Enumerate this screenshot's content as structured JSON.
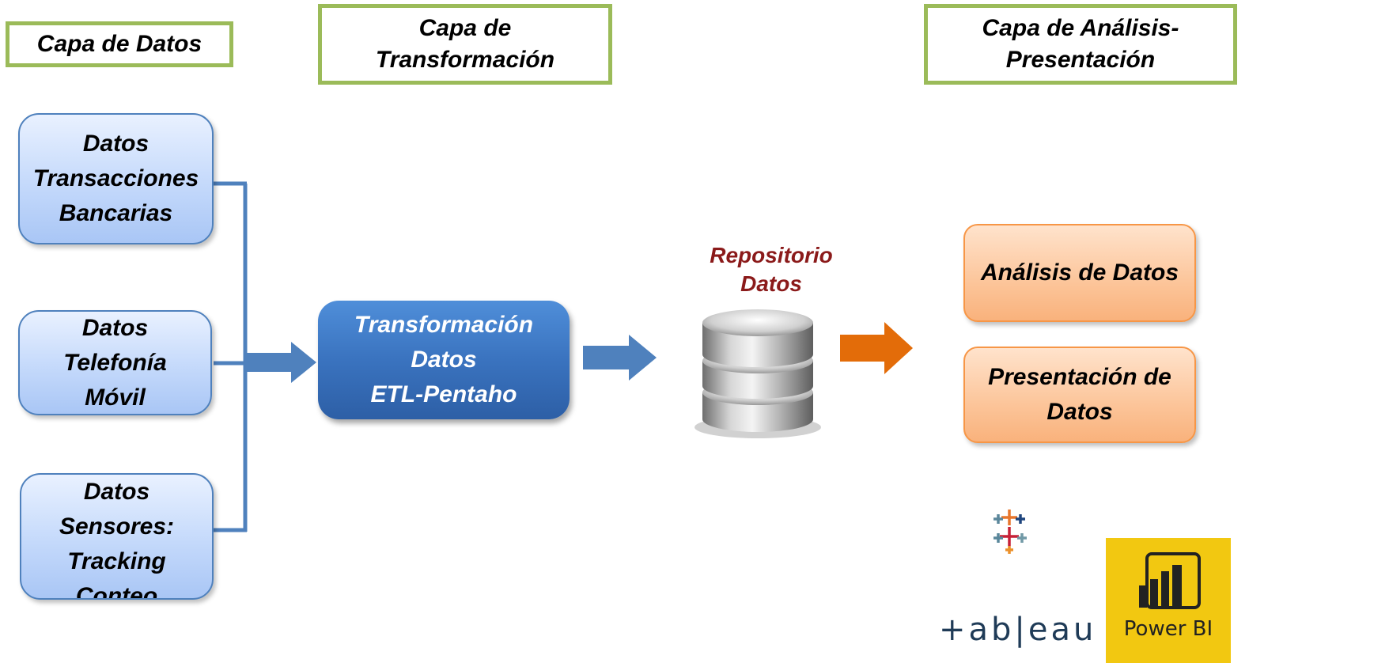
{
  "layers": {
    "data": "Capa de Datos",
    "transform": "Capa de\nTransformación",
    "analysis": "Capa de Análisis-\nPresentación"
  },
  "sources": [
    "Datos\nTransacciones\nBancarias",
    "Datos\nTelefonía\nMóvil",
    "Datos\nSensores:\nTracking\nConteo"
  ],
  "etl": "Transformación\nDatos\nETL-Pentaho",
  "repository": "Repositorio\nDatos",
  "outputs": {
    "analysis": "Análisis de Datos",
    "presentation": "Presentación de\nDatos"
  },
  "logos": {
    "tableau": "+ab|eau",
    "powerbi": "Power BI"
  },
  "colors": {
    "layer_border": "#9bbb59",
    "source_border": "#4f81bd",
    "etl_fill": "#3a73bf",
    "arrow_blue": "#4f81bd",
    "arrow_orange": "#e36c09",
    "repo_label": "#8b1a1a",
    "output_border": "#f79646",
    "powerbi_bg": "#f2c811"
  }
}
